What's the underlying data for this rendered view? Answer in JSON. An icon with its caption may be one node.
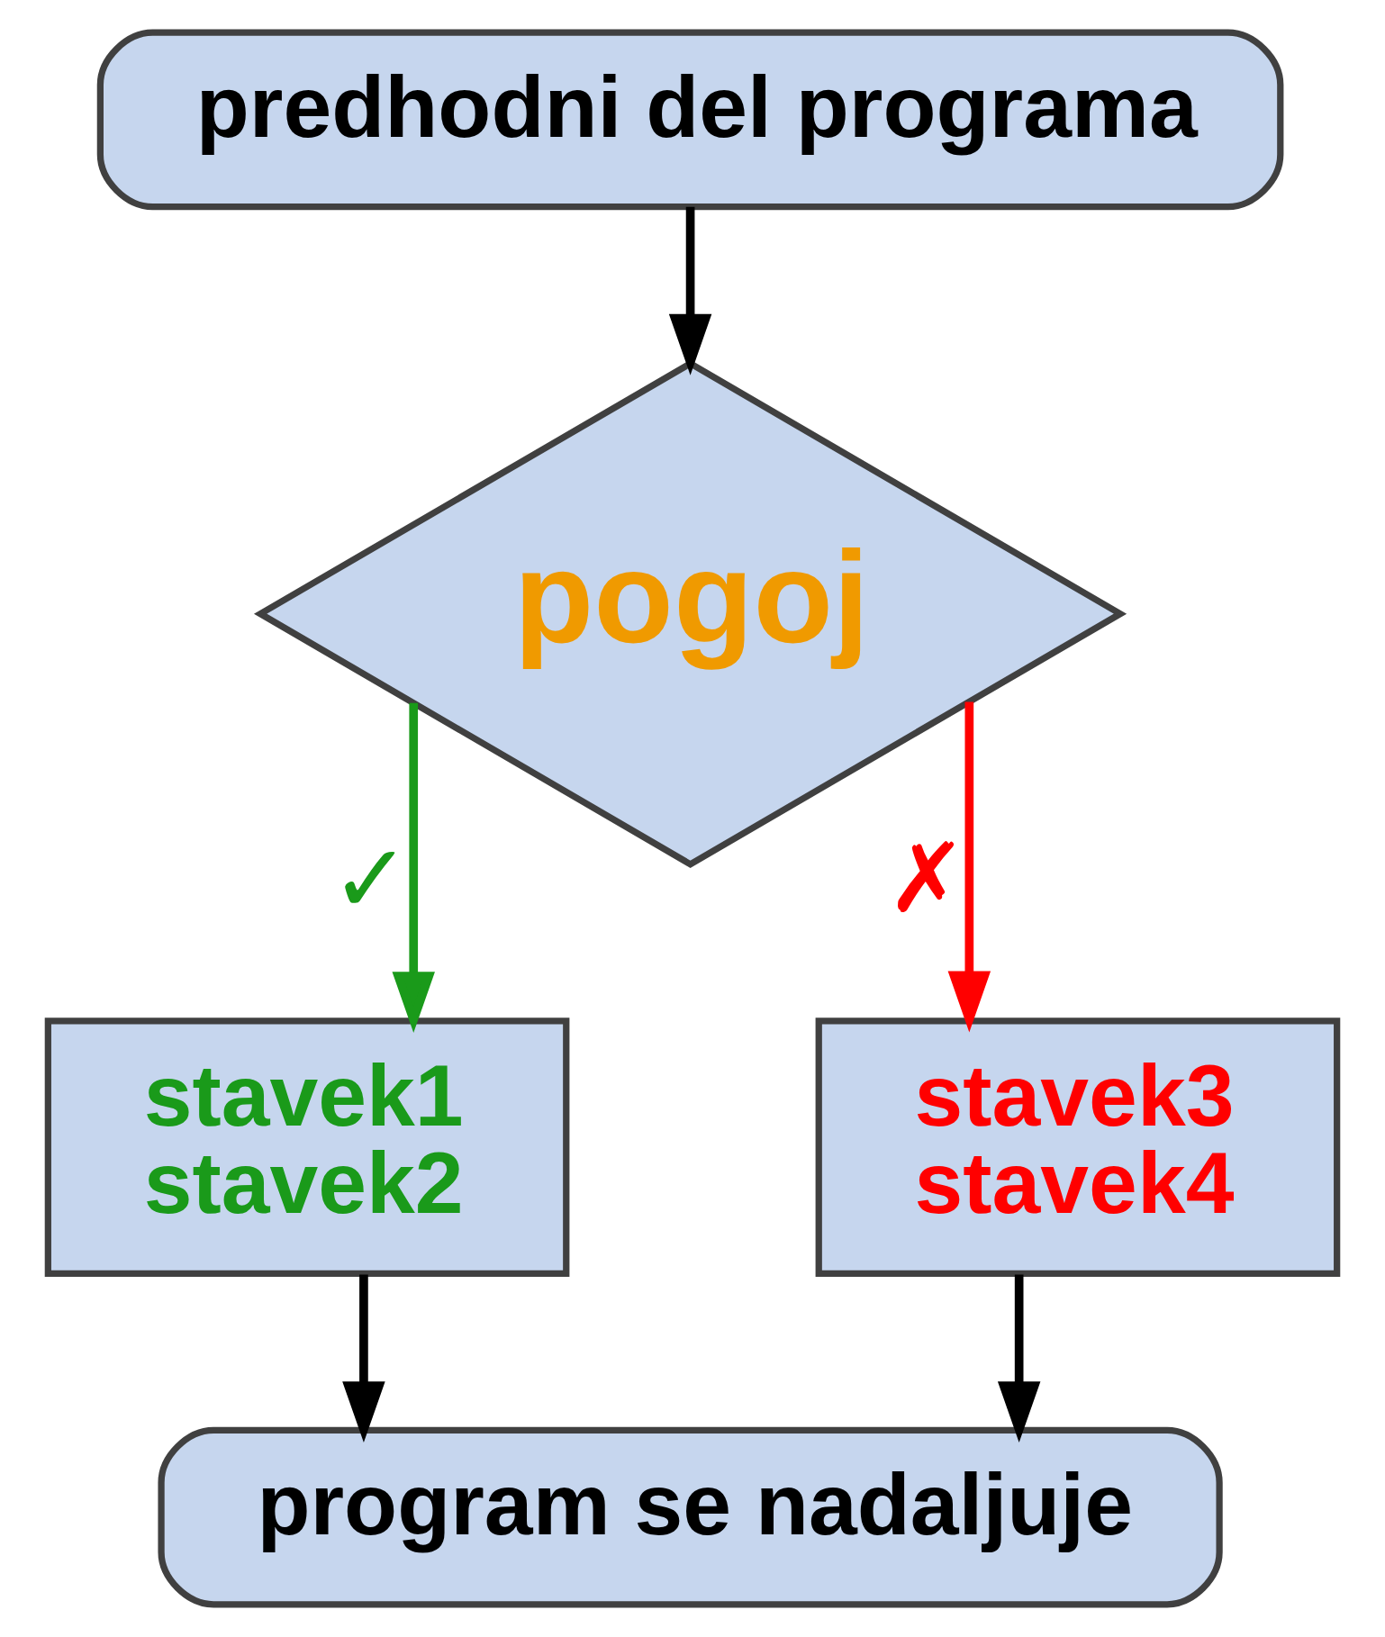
{
  "diagram": {
    "nodes": [
      {
        "text": [
          "predhodni del programa"
        ]
      },
      {
        "text": [
          "pogoj"
        ]
      },
      {
        "text": [
          "stavek1",
          "stavek2"
        ]
      },
      {
        "text": [
          "stavek3",
          "stavek4"
        ]
      },
      {
        "text": [
          "program se nadaljuje"
        ]
      }
    ],
    "edges": [
      {
        "from": 0,
        "to": 1,
        "arrow": "to"
      },
      {
        "from": 1,
        "to": 2,
        "arrow": "to",
        "label": "✓",
        "color": "#1a9a1a"
      },
      {
        "from": 1,
        "to": 3,
        "arrow": "to",
        "label": "✗",
        "color": "#ff0000"
      },
      {
        "from": 2,
        "to": 4,
        "arrow": "to"
      },
      {
        "from": 3,
        "to": 4,
        "arrow": "to"
      }
    ]
  }
}
